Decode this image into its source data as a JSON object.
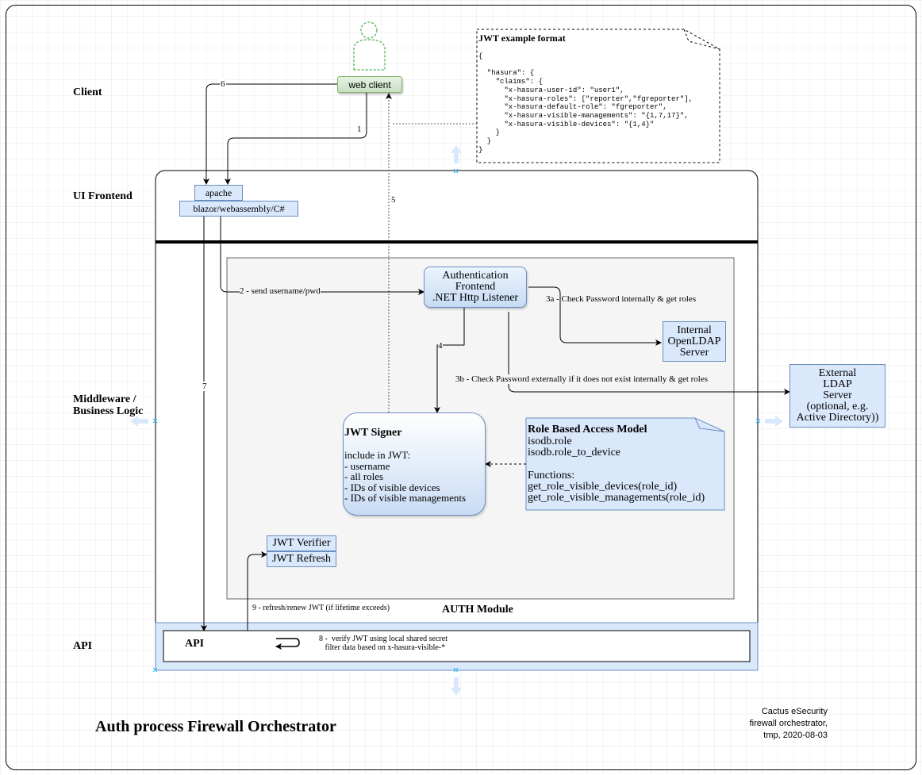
{
  "lanes": {
    "client": "Client",
    "ui_frontend": "UI Frontend",
    "middleware": "Middleware /\nBusiness Logic",
    "api": "API"
  },
  "nodes": {
    "web_client": "web client",
    "apache": "apache",
    "blazor": "blazor/webassembly/C#",
    "auth_frontend": "Authentication\nFrontend\n.NET Http Listener",
    "internal_ldap": "Internal\nOpenLDAP\nServer",
    "external_ldap": "External\nLDAP\nServer\n(optional, e.g.\nActive Directory))",
    "jwt_signer_title": "JWT Signer",
    "jwt_signer_body": "include in JWT:\n- username\n- all roles\n- IDs of visible devices\n- IDs of visible managements",
    "rbam_title": "Role Based Access Model",
    "rbam_body": "isodb.role\nisodb.role_to_device\n\nFunctions:\nget_role_visible_devices(role_id)\nget_role_visible_managements(role_id)",
    "jwt_verifier": "JWT Verifier",
    "jwt_refresh": "JWT Refresh",
    "auth_module": "AUTH Module",
    "api_box": "API"
  },
  "jwt_example": {
    "title": "JWT example format",
    "code": "{\n\n  \"hasura\": {\n    \"claims\": {\n      \"x-hasura-user-id\": \"user1\",\n      \"x-hasura-roles\": [\"reporter\",\"fgreporter\"],\n      \"x-hasura-default-role\": \"fgreporter\",\n      \"x-hasura-visible-managements\": \"{1,7,17}\",\n      \"x-hasura-visible-devices\": \"{1,4}\"\n    }\n  }\n}"
  },
  "edges": {
    "e1": "1",
    "e2": "2 - send username/pwd",
    "e3a": "3a - Check Password internally & get roles",
    "e3b": "3b - Check Password externally if it does not exist internally & get roles",
    "e4": "4",
    "e5": "5",
    "e6": "6",
    "e7": "7",
    "e8": "8 -  verify JWT using local shared secret\n   filter data based on x-hasura-visible-*",
    "e9": "9 -  refresh/renew JWT (if lifetime exceeds)"
  },
  "footer": {
    "title": "Auth process Firewall Orchestrator",
    "credits": "Cactus eSecurity\nfirewall orchestrator,\ntmp, 2020-08-03"
  },
  "colors": {
    "node_fill": "#dae8fc",
    "node_stroke": "#6c8ebf",
    "web_client_fill": "#d5e8d4",
    "web_client_stroke": "#82b366",
    "auth_module_fill": "#f5f5f5",
    "selection_arrow": "#dae8fc"
  }
}
